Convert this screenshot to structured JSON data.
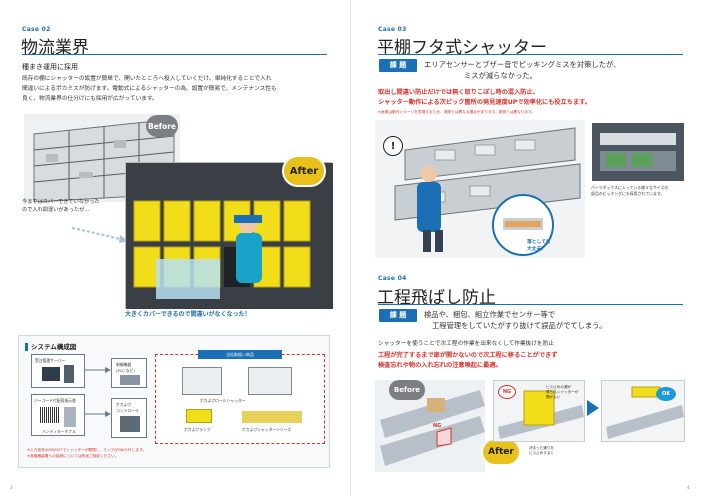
{
  "left": {
    "case_label": "Case 02",
    "title": "物流業界",
    "subtitle": "種まき運用に採用",
    "body_lines": [
      "既存の棚にシャッターの設置が簡単で、開いたところへ投入していくだけ。単純化することで入れ",
      "間違いによるポカミスが防げます。電動式によるシャッターの為、設置が簡易で、メンテナンス性も",
      "良く、物流業界の仕分けにも採用が広がっています。"
    ],
    "before_label": "Before",
    "after_label": "After",
    "before_caption_lines": [
      "今まではカバーできていなかった",
      "ので入れ間違いがあったが…"
    ],
    "after_caption": "大きくカバーできるので間違いがなくなった！",
    "diagram": {
      "title": "システム構成図",
      "server": "受注管理サーバー",
      "barcode": "バーコード付配荷指示書",
      "terminal": "ハンディターミナル",
      "controller_top_lines": [
        "制御機器",
        "(PLC など)"
      ],
      "controller_bottom_lines": [
        "ポカよけ",
        "コントローラ"
      ],
      "products_label": "当社取扱い商品",
      "shutter": "ポカよけロールシャッター",
      "lamp": "ポカよけランプ",
      "shutter_series": "ポカよけシャッターシリーズ",
      "notes": [
        "※入力信号のON/OFFでシャッターが開閉し、ランプがON/OFFします。",
        "※各機器装置への接続については別途ご相談ください。"
      ]
    },
    "page_number": "3"
  },
  "right": {
    "case3": {
      "case_label": "Case 03",
      "title": "平棚フタ式シャッター",
      "tag": "課 題",
      "lead_lines": [
        "エリアセンサーとブザー音でピッキングミスを対策したが、",
        "ミスが減らなかった。"
      ],
      "red_lines": [
        "取出し間違い防止だけでは無く取りこぼし時の混入防止、",
        "シャッター動作による次ピック箇所の発見速度UPで効率化にも役立ちます。"
      ],
      "note": "※画像は動作イメージを表現するため、実際とは異なる場合があります。実物とは異なります。",
      "drop_label_lines": [
        "落としても",
        "大丈夫！"
      ],
      "photo_caption_lines": [
        "パーツボックスに入っている様々なサイズの",
        "部品のピッキングにも採用されています。"
      ]
    },
    "case4": {
      "case_label": "Case 04",
      "title": "工程飛ばし防止",
      "tag": "課 題",
      "lead_lines": [
        "検品や、梱包、組立作業でセンサー等で",
        "工程管理をしていたがすり抜けて誤品がでてしまう。"
      ],
      "dark_line": "シャッターを使うことで次工程の作業を出来なくして作業抜けを防止",
      "red_lines": [
        "工程が完了するまで扉が開かないので次工程に移ることができず",
        "検査忘れや物の入れ忘れの注意喚起に最適。"
      ],
      "before_label": "Before",
      "after_label": "After",
      "ng_label": "NG",
      "ok_label": "OK",
      "bubble1_lines": [
        "ビス止めの漏が",
        "落ちるシャッターが",
        "開かない"
      ],
      "bubble2_lines": [
        "決まった通りを",
        "ビス止めすると"
      ]
    },
    "page_number": "4"
  },
  "colors": {
    "accent": "#1a6fb5",
    "red": "#d9332c",
    "shutter_yellow": "#f2dd1a",
    "after_badge": "#e8c11a"
  }
}
